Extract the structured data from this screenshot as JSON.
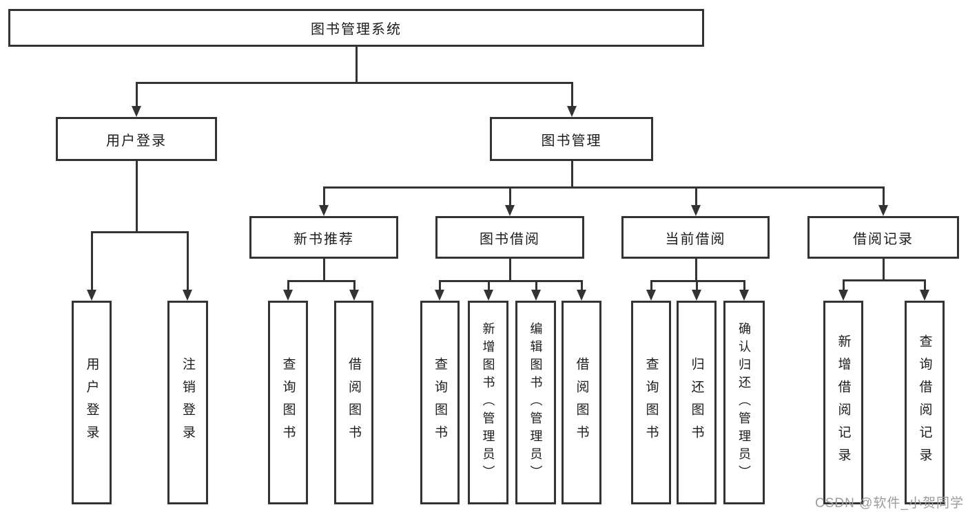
{
  "diagram": {
    "root": {
      "id": "root",
      "label": "图书管理系统",
      "children": [
        {
          "id": "user-login",
          "label": "用户登录",
          "children": [
            {
              "id": "leaf-user-login",
              "label": "用户登录"
            },
            {
              "id": "leaf-logout",
              "label": "注销登录"
            }
          ]
        },
        {
          "id": "book-mgmt",
          "label": "图书管理",
          "children": [
            {
              "id": "new-book",
              "label": "新书推荐",
              "children": [
                {
                  "id": "leaf-nb-query",
                  "label": "查询图书"
                },
                {
                  "id": "leaf-nb-borrow",
                  "label": "借阅图书"
                }
              ]
            },
            {
              "id": "book-borrow",
              "label": "图书借阅",
              "children": [
                {
                  "id": "leaf-bb-query",
                  "label": "查询图书"
                },
                {
                  "id": "leaf-bb-add",
                  "label": "新增图书（管理员）"
                },
                {
                  "id": "leaf-bb-edit",
                  "label": "编辑图书（管理员）"
                },
                {
                  "id": "leaf-bb-borrow",
                  "label": "借阅图书"
                }
              ]
            },
            {
              "id": "current-borrow",
              "label": "当前借阅",
              "children": [
                {
                  "id": "leaf-cb-query",
                  "label": "查询图书"
                },
                {
                  "id": "leaf-cb-return",
                  "label": "归还图书"
                },
                {
                  "id": "leaf-cb-confirm",
                  "label": "确认归还（管理员）"
                }
              ]
            },
            {
              "id": "borrow-record",
              "label": "借阅记录",
              "children": [
                {
                  "id": "leaf-br-add",
                  "label": "新增借阅记录"
                },
                {
                  "id": "leaf-br-query",
                  "label": "查询借阅记录"
                }
              ]
            }
          ]
        }
      ]
    },
    "watermark": "CSDN @软件_小贺同学"
  },
  "colors": {
    "line": "#333333",
    "text": "#1c1c1c",
    "watermark": "#9b9b9b",
    "background": "#ffffff"
  }
}
